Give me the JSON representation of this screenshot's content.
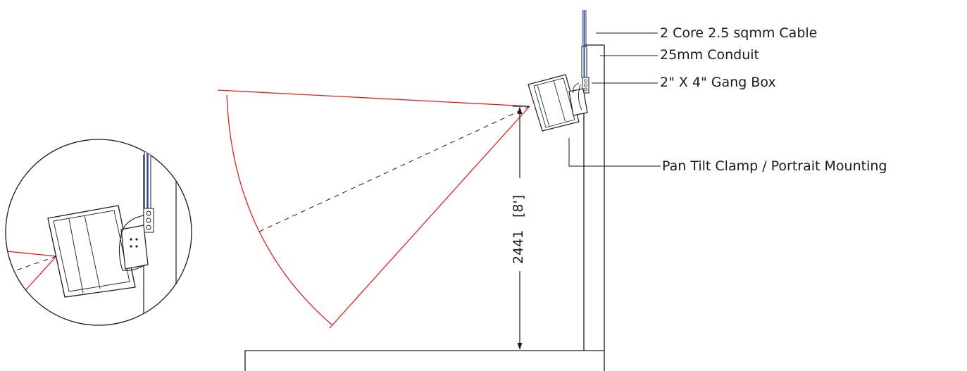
{
  "callouts": {
    "cable": "2 Core 2.5 sqmm Cable",
    "conduit": "25mm Conduit",
    "gang_box": "2\" X 4\" Gang Box",
    "clamp": "Pan Tilt Clamp / Portrait Mounting"
  },
  "dimension": {
    "mm": "2441",
    "ft": "[8']"
  },
  "colors": {
    "line": "#1a1a1a",
    "coverage": "#e0201c",
    "cable": "#2a4fb0"
  }
}
